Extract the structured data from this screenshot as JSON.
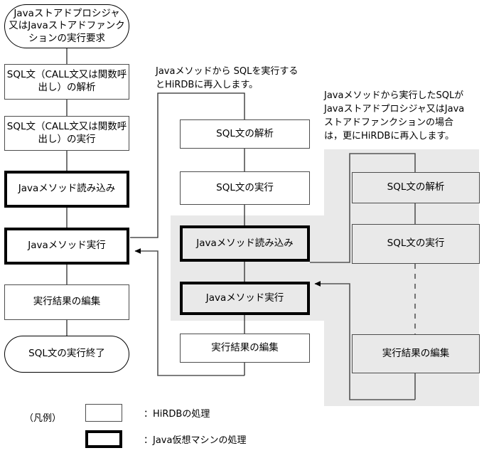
{
  "diagram": {
    "title": "HiRDB Java stored procedure / function execution flow",
    "colors": {
      "shade": "#e9e9e9",
      "thin_border": "#4d4d4d",
      "bold_border": "#000000",
      "wire": "#4d4d4d",
      "background": "#ffffff"
    },
    "notes": [
      {
        "id": "note-middle",
        "text": "Javaメソッドから SQLを実行する\nとHiRDBに再入します。"
      },
      {
        "id": "note-right",
        "text": "Javaメソッドから実行したSQLが\nJavaストアドプロシジャ又はJava\nストアドファンクションの場合\nは，更にHiRDBに再入します。"
      }
    ],
    "columns": {
      "left": {
        "name": "hirdb-main-flow",
        "nodes": [
          {
            "id": "start",
            "kind": "terminator",
            "label": "Javaストアドプロシジャ\n又はJavaストアドファンク\nションの実行要求"
          },
          {
            "id": "parse-call",
            "kind": "hirdb",
            "label": "SQL文（CALL文又は関数呼\n出し）の解析"
          },
          {
            "id": "exec-call",
            "kind": "hirdb",
            "label": "SQL文（CALL文又は関数呼\n出し）の実行"
          },
          {
            "id": "load-method",
            "kind": "jvm",
            "label": "Javaメソッド読み込み"
          },
          {
            "id": "run-method",
            "kind": "jvm",
            "label": "Javaメソッド実行"
          },
          {
            "id": "edit-result",
            "kind": "hirdb",
            "label": "実行結果の編集"
          },
          {
            "id": "end",
            "kind": "terminator",
            "label": "SQL文の実行終了"
          }
        ]
      },
      "middle": {
        "name": "reentry-level-1",
        "nodes": [
          {
            "id": "m-parse",
            "kind": "hirdb",
            "label": "SQL文の解析"
          },
          {
            "id": "m-exec",
            "kind": "hirdb",
            "label": "SQL文の実行"
          },
          {
            "id": "m-load-method",
            "kind": "jvm",
            "label": "Javaメソッド読み込み"
          },
          {
            "id": "m-run-method",
            "kind": "jvm",
            "label": "Javaメソッド実行"
          },
          {
            "id": "m-edit-result",
            "kind": "hirdb",
            "label": "実行結果の編集"
          }
        ]
      },
      "right": {
        "name": "reentry-level-2",
        "nodes": [
          {
            "id": "r-parse",
            "kind": "hirdb",
            "label": "SQL文の解析"
          },
          {
            "id": "r-exec",
            "kind": "hirdb",
            "label": "SQL文の実行"
          },
          {
            "id": "r-edit-result",
            "kind": "hirdb",
            "label": "実行結果の編集"
          }
        ]
      }
    },
    "legend": {
      "title": "（凡例）",
      "items": [
        {
          "id": "legend-hirdb",
          "style": "thin",
          "label": "：HiRDBの処理"
        },
        {
          "id": "legend-jvm",
          "style": "bold",
          "label": "：Java仮想マシンの処理"
        }
      ]
    }
  }
}
